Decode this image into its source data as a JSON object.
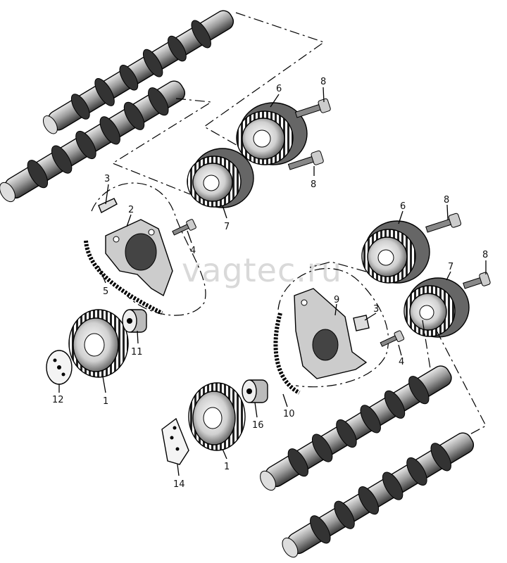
{
  "watermark": "vagtec.ru",
  "callouts": [
    {
      "id": "c3a",
      "text": "3"
    },
    {
      "id": "c2",
      "text": "2"
    },
    {
      "id": "c4a",
      "text": "4"
    },
    {
      "id": "c5",
      "text": "5"
    },
    {
      "id": "c6a",
      "text": "6"
    },
    {
      "id": "c8a",
      "text": "8"
    },
    {
      "id": "c8b",
      "text": "8"
    },
    {
      "id": "c7a",
      "text": "7"
    },
    {
      "id": "c11",
      "text": "11"
    },
    {
      "id": "c12",
      "text": "12"
    },
    {
      "id": "c1a",
      "text": "1"
    },
    {
      "id": "c6b",
      "text": "6"
    },
    {
      "id": "c8c",
      "text": "8"
    },
    {
      "id": "c8d",
      "text": "8"
    },
    {
      "id": "c7b",
      "text": "7"
    },
    {
      "id": "c9",
      "text": "9"
    },
    {
      "id": "c3b",
      "text": "3"
    },
    {
      "id": "c4b",
      "text": "4"
    },
    {
      "id": "c10",
      "text": "10"
    },
    {
      "id": "c16",
      "text": "16"
    },
    {
      "id": "c1b",
      "text": "1"
    },
    {
      "id": "c14",
      "text": "14"
    }
  ]
}
